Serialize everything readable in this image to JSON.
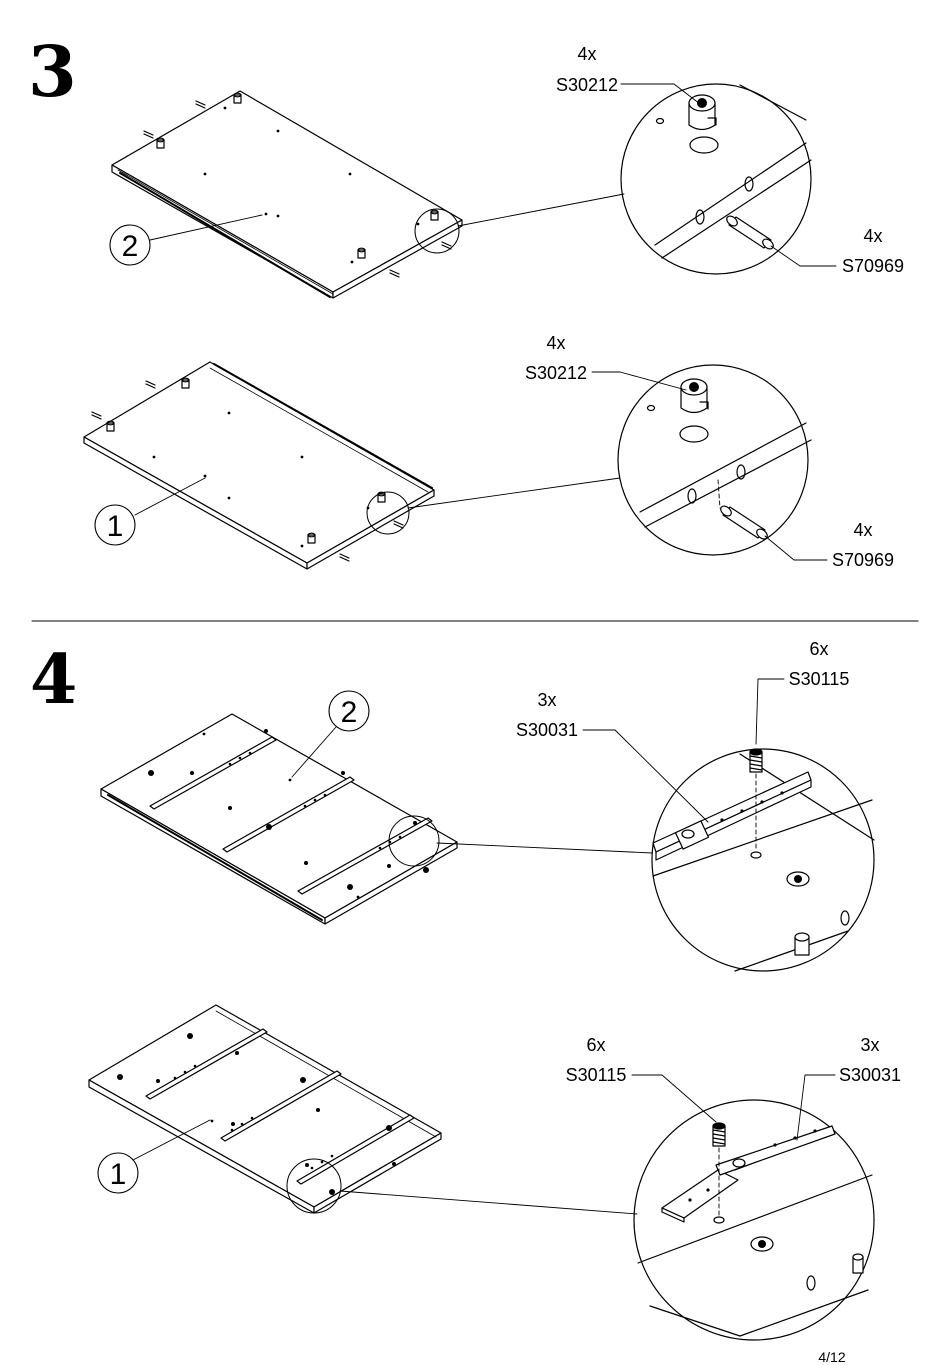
{
  "steps": [
    {
      "number": "3",
      "panels": [
        {
          "part_number": "2",
          "hardware": [
            {
              "qty": "4x",
              "code": "S30212",
              "icon": "cam-lock-housing-icon"
            },
            {
              "qty": "4x",
              "code": "S70969",
              "icon": "wooden-dowel-icon"
            }
          ]
        },
        {
          "part_number": "1",
          "hardware": [
            {
              "qty": "4x",
              "code": "S30212",
              "icon": "cam-lock-housing-icon"
            },
            {
              "qty": "4x",
              "code": "S70969",
              "icon": "wooden-dowel-icon"
            }
          ]
        }
      ]
    },
    {
      "number": "4",
      "panels": [
        {
          "part_number": "2",
          "hardware": [
            {
              "qty": "6x",
              "code": "S30115",
              "icon": "threaded-insert-icon"
            },
            {
              "qty": "3x",
              "code": "S30031",
              "icon": "drawer-runner-icon"
            }
          ]
        },
        {
          "part_number": "1",
          "hardware": [
            {
              "qty": "6x",
              "code": "S30115",
              "icon": "threaded-insert-icon"
            },
            {
              "qty": "3x",
              "code": "S30031",
              "icon": "drawer-runner-icon"
            }
          ]
        }
      ]
    }
  ],
  "page_indicator": "4/12"
}
